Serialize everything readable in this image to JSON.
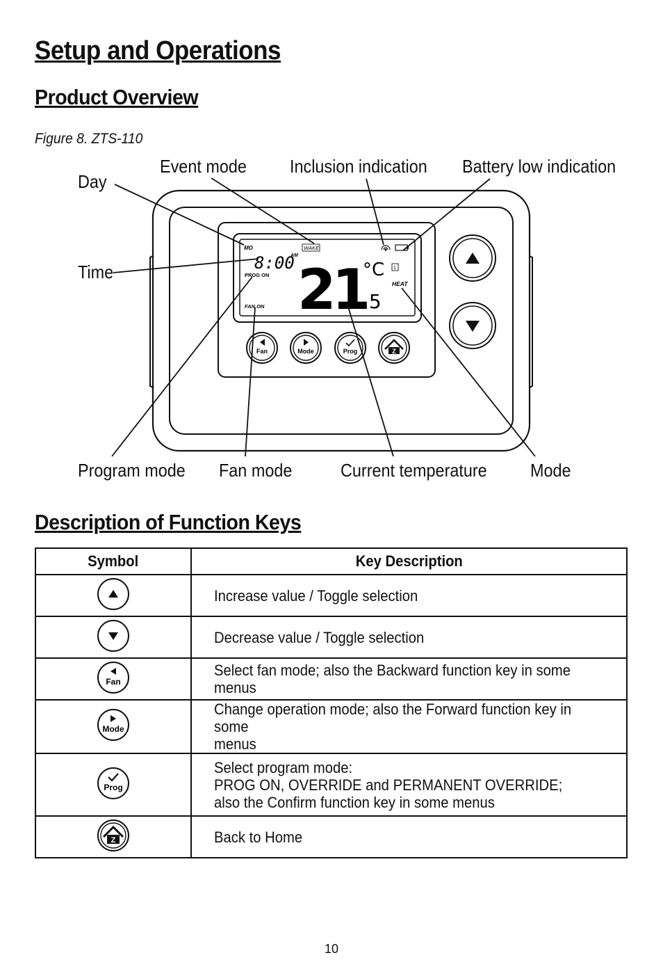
{
  "page": {
    "title": "Setup and Operations",
    "section_overview": "Product Overview",
    "figure_caption": "Figure 8. ZTS-110",
    "section_keys": "Description of Function Keys",
    "page_number": "10"
  },
  "callouts": {
    "day": "Day",
    "event_mode": "Event mode",
    "inclusion": "Inclusion indication",
    "battery": "Battery low indication",
    "time": "Time",
    "program_mode": "Program mode",
    "fan_mode": "Fan mode",
    "current_temp": "Current temperature",
    "mode": "Mode"
  },
  "display": {
    "day": "MO",
    "event": "WAKE",
    "time": "8:00",
    "ampm": "AM",
    "prog": "PROG ON",
    "fan": "FAN ON",
    "temp_int": "21",
    "temp_unit": "°C",
    "temp_dec": ".5",
    "heat": "HEAT",
    "indicator": "1"
  },
  "buttons": {
    "fan": "Fan",
    "mode": "Mode",
    "prog": "Prog",
    "home": "Z"
  },
  "table": {
    "headers": [
      "Symbol",
      "Key Description"
    ],
    "rows": [
      {
        "icon": "up-arrow-icon",
        "lines": [
          "Increase value / Toggle selection"
        ]
      },
      {
        "icon": "down-arrow-icon",
        "lines": [
          "Decrease value / Toggle selection"
        ]
      },
      {
        "icon": "fan-key-icon",
        "label": "Fan",
        "lines": [
          "Select fan mode; also the Backward function key in some menus"
        ]
      },
      {
        "icon": "mode-key-icon",
        "label": "Mode",
        "lines": [
          "Change operation mode; also the Forward function key in some",
          "menus"
        ]
      },
      {
        "icon": "prog-key-icon",
        "label": "Prog",
        "lines": [
          "Select program mode:",
          "PROG ON, OVERRIDE and PERMANENT OVERRIDE;",
          "also the Confirm function key in some menus"
        ]
      },
      {
        "icon": "home-key-icon",
        "label": "Z",
        "lines": [
          "Back to Home"
        ]
      }
    ]
  }
}
